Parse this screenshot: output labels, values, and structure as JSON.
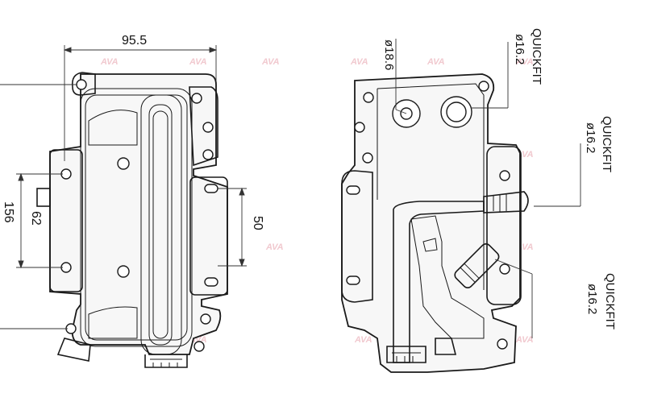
{
  "dimensions": {
    "width_top": "95.5",
    "height_total": "156",
    "bolt_spacing_left": "62",
    "bolt_spacing_right": "50"
  },
  "ports": {
    "port_a_diameter": "ø18.6",
    "port_b_type": "QUICKFIT",
    "port_b_diameter": "ø16.2",
    "port_c_type": "QUICKFIT",
    "port_c_diameter": "ø16.2",
    "port_d_type": "QUICKFIT",
    "port_d_diameter": "ø16.2"
  },
  "watermark": "AVA",
  "colors": {
    "line": "#1a1a1a",
    "watermark": "#f1c9cf"
  }
}
